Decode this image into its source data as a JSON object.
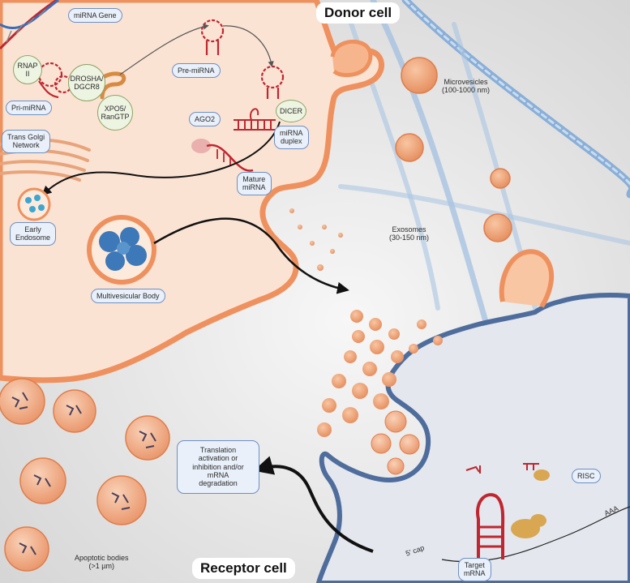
{
  "labels": {
    "donor_cell": "Donor cell",
    "receptor_cell": "Receptor cell",
    "mirna_gene": "miRNA Gene",
    "rnap": "RNAP\nII",
    "drosha": "DROSHA/\nDGCR8",
    "pri_mirna": "Pri-miRNA",
    "pre_mirna": "Pre-miRNA",
    "xpo5": "XPO5/\nRanGTP",
    "dicer": "DICER",
    "ago2": "AGO2",
    "mirna_duplex": "miRNA\nduplex",
    "trans_golgi": "Trans Golgi\nNetwork",
    "mature_mirna": "Mature\nmiRNA",
    "early_endosome": "Early\nEndosome",
    "multivesicular_body": "Multivesicular Body",
    "microvesicles": "Microvesicles\n(100-1000 nm)",
    "exosomes": "Exosomes\n(30-150 nm)",
    "translation": "Translation\nactivation or\ninhibition and/or\nmRNA\ndegradation",
    "apoptotic_bodies": "Apoptotic bodies\n(>1 µm)",
    "risc": "RISC",
    "aaa": "AAA",
    "five_cap": "5' cap",
    "target_mrna": "Target\nmRNA"
  },
  "colors": {
    "donor_fill": "#fbe3d4",
    "membrane": "#ee915e",
    "receptor_fill": "#e4e7ee",
    "receptor_membrane": "#4f6d9c",
    "rna_red": "#c0262f",
    "fiber_blue": "#8fb3d9"
  }
}
